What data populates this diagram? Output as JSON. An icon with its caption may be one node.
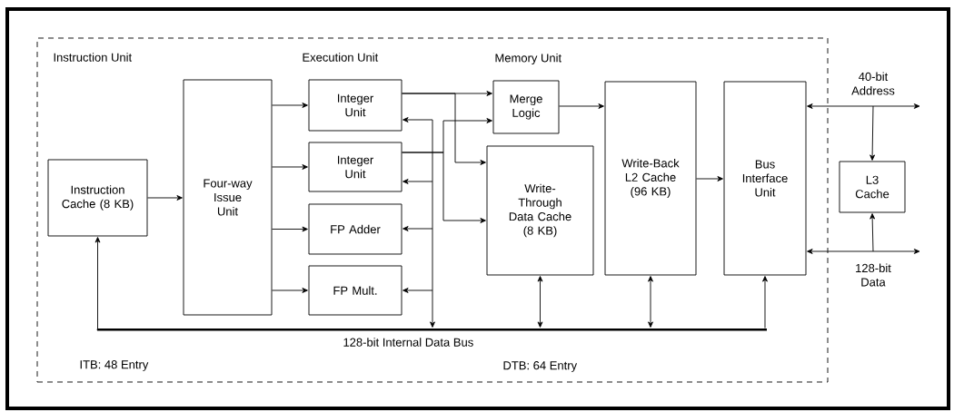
{
  "diagram": {
    "nodes": [
      {
        "text": [],
        "shape": "box"
      },
      {
        "text": [
          "Instruction Cache (8 KB)"
        ],
        "in": 0
      },
      {
        "text": [
          "Four-way Issue Unit"
        ],
        "in": 0
      },
      {
        "text": [
          "Integer Unit"
        ],
        "in": 0
      },
      {
        "text": [
          "Integer Unit"
        ],
        "in": 0
      },
      {
        "text": [
          "FP Adder"
        ],
        "in": 0
      },
      {
        "text": [
          "FP Mult."
        ],
        "in": 0
      },
      {
        "text": [
          "Merge Logic"
        ],
        "in": 0
      },
      {
        "text": [
          "Write-Through Data Cache (8 KB)"
        ],
        "in": 0
      },
      {
        "text": [
          "Write-Back L2 Cache (96 KB)"
        ],
        "in": 0
      },
      {
        "text": [
          "Bus Interface Unit"
        ],
        "in": 0
      },
      {
        "text": [
          "L3 Cache"
        ]
      },
      {
        "text": [],
        "shape": "bar",
        "in": 0,
        "beside": [
          "128-bit Internal Data Bus"
        ]
      }
    ],
    "edges": [
      {
        "from": 1,
        "to": 2,
        "arrow": "to"
      },
      {
        "from": 2,
        "to": 3,
        "arrow": "to"
      },
      {
        "from": 2,
        "to": 4,
        "arrow": "to"
      },
      {
        "from": 2,
        "to": 5,
        "arrow": "to"
      },
      {
        "from": 2,
        "to": 6,
        "arrow": "to"
      },
      {
        "from": 3,
        "to": 7,
        "arrow": "to"
      },
      {
        "from": 3,
        "to": 8,
        "arrow": "to"
      },
      {
        "from": 4,
        "to": 7,
        "arrow": "to"
      },
      {
        "from": 4,
        "to": 8,
        "arrow": "to"
      },
      {
        "from": 7,
        "to": 9,
        "arrow": "to"
      },
      {
        "from": 9,
        "to": 10,
        "arrow": "to"
      },
      {
        "from": 12,
        "to": 3,
        "arrow": "both"
      },
      {
        "from": 12,
        "to": 4,
        "arrow": "both"
      },
      {
        "from": 12,
        "to": 5,
        "arrow": "both"
      },
      {
        "from": 12,
        "to": 6,
        "arrow": "both"
      },
      {
        "from": 12,
        "to": 1,
        "arrow": "to"
      },
      {
        "from": 8,
        "to": 12,
        "arrow": "both"
      },
      {
        "from": 9,
        "to": 12,
        "arrow": "both"
      },
      {
        "from": 12,
        "to": 10,
        "arrow": "to"
      },
      {
        "from": 10,
        "to": null,
        "arrow": "both",
        "label": "40-bit Address"
      },
      {
        "from": 10,
        "to": 11,
        "arrow": "both"
      },
      {
        "from": 10,
        "to": null,
        "arrow": "both",
        "label": "128-bit Data"
      },
      {
        "from": 11,
        "to": 10,
        "arrow": "both"
      }
    ],
    "labels": [
      "Instruction Unit",
      "Execution Unit",
      "Memory Unit",
      "ITB: 48 Entry",
      "DTB: 64 Entry"
    ]
  }
}
